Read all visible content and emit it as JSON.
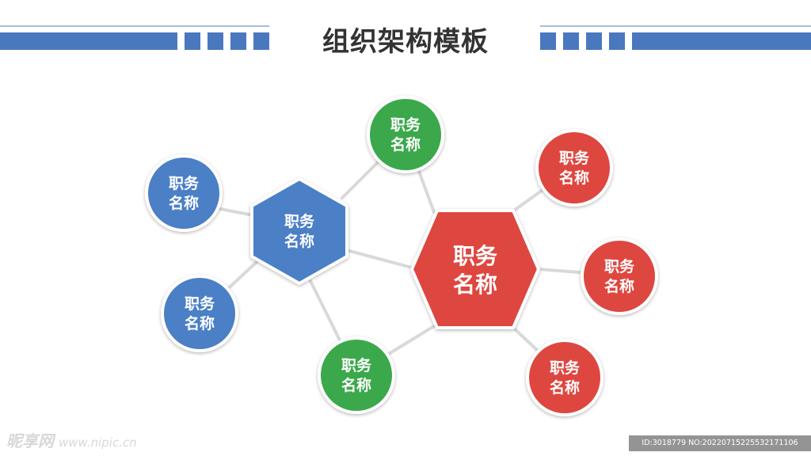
{
  "header": {
    "title": "组织架构模板",
    "bar_color": "#4a78be",
    "line_color": "#4a78be"
  },
  "colors": {
    "blue": "#4c7fc6",
    "green": "#3aa84c",
    "red": "#dd4740",
    "connector": "#d9d9d9",
    "node_border": "#ffffff"
  },
  "nodes": {
    "center": {
      "line1": "职务",
      "line2": "名称",
      "color": "red"
    },
    "hub": {
      "line1": "职务",
      "line2": "名称",
      "color": "blue"
    },
    "circles": [
      {
        "id": "green-top",
        "line1": "职务",
        "line2": "名称",
        "color": "green"
      },
      {
        "id": "green-bottom",
        "line1": "职务",
        "line2": "名称",
        "color": "green"
      },
      {
        "id": "blue-upper",
        "line1": "职务",
        "line2": "名称",
        "color": "blue"
      },
      {
        "id": "blue-lower",
        "line1": "职务",
        "line2": "名称",
        "color": "blue"
      },
      {
        "id": "red-upper",
        "line1": "职务",
        "line2": "名称",
        "color": "red"
      },
      {
        "id": "red-middle",
        "line1": "职务",
        "line2": "名称",
        "color": "red"
      },
      {
        "id": "red-lower",
        "line1": "职务",
        "line2": "名称",
        "color": "red"
      }
    ]
  },
  "watermark": {
    "brand": "昵享网",
    "url": "www.nipic.cn",
    "id_text": "ID:3018779 NO:20220715225532171106"
  }
}
